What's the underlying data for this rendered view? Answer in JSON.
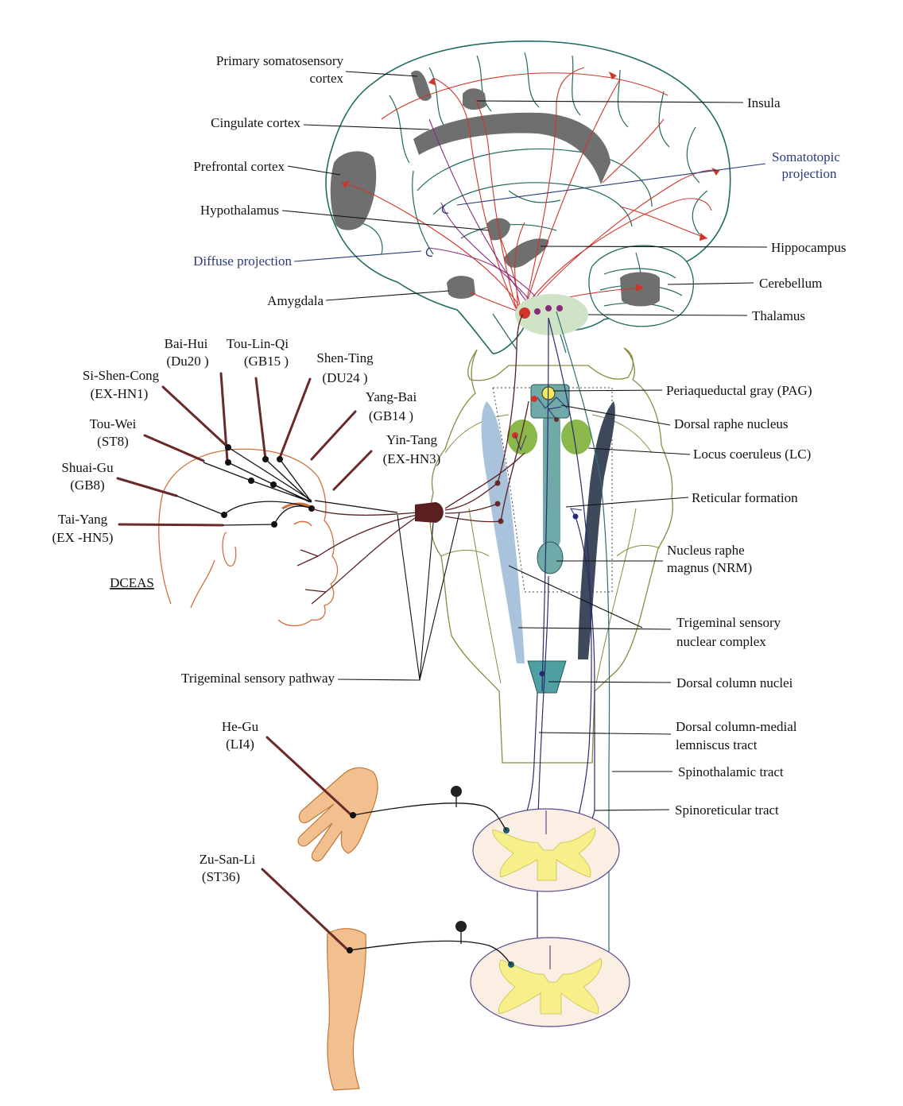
{
  "figure": {
    "brain_labels": {
      "primary_somatosensory_1": "Primary somatosensory",
      "primary_somatosensory_2": "cortex",
      "insula": "Insula",
      "cingulate": "Cingulate cortex",
      "prefrontal": "Prefrontal cortex",
      "somatotopic_1": "Somatotopic",
      "somatotopic_2": "projection",
      "hypothalamus": "Hypothalamus",
      "hippocampus": "Hippocampus",
      "diffuse": "Diffuse projection",
      "cerebellum": "Cerebellum",
      "amygdala": "Amygdala",
      "thalamus": "Thalamus"
    },
    "acupoints": {
      "bai_hui_name": "Bai-Hui",
      "bai_hui_code": "(Du20 )",
      "tou_lin_qi_name": "Tou-Lin-Qi",
      "tou_lin_qi_code": "(GB15 )",
      "shen_ting_name": "Shen-Ting",
      "shen_ting_code": "(DU24 )",
      "si_shen_cong_name": "Si-Shen-Cong",
      "si_shen_cong_code": "(EX-HN1)",
      "yang_bai_name": "Yang-Bai",
      "yang_bai_code": "(GB14 )",
      "tou_wei_name": "Tou-Wei",
      "tou_wei_code": "(ST8)",
      "yin_tang_name": "Yin-Tang",
      "yin_tang_code": "(EX-HN3)",
      "shuai_gu_name": "Shuai-Gu",
      "shuai_gu_code": "(GB8)",
      "tai_yang_name": "Tai-Yang",
      "tai_yang_code": "(EX -HN5)",
      "dceas": "DCEAS",
      "he_gu_name": "He-Gu",
      "he_gu_code": "(LI4)",
      "zu_san_li_name": "Zu-San-Li",
      "zu_san_li_code": "(ST36)"
    },
    "brainstem_labels": {
      "pag": "Periaqueductal gray (PAG)",
      "dorsal_raphe": "Dorsal raphe nucleus",
      "locus_coeruleus": "Locus coeruleus (LC)",
      "reticular": "Reticular formation",
      "nrm_1": "Nucleus raphe",
      "nrm_2": "magnus (NRM)",
      "trig_complex_1": "Trigeminal sensory",
      "trig_complex_2": "nuclear complex",
      "trig_pathway": "Trigeminal sensory pathway",
      "dorsal_column_nuclei": "Dorsal column nuclei",
      "dcml_1": "Dorsal column-medial",
      "dcml_2": "lemniscus tract",
      "spinothalamic": "Spinothalamic tract",
      "spinoreticular": "Spinoreticular tract"
    },
    "colors": {
      "region_gray": "#6f6f6f",
      "gyri_line": "#1f6b60",
      "projection_red": "#d0352c",
      "label_blue": "#2a3a7a",
      "thalamus_fill": "#cfe3c6",
      "nucleus_teal": "#6fa9a8",
      "lc_green": "#8ab84a",
      "trigeminal_blue": "#a9c3dc",
      "tract_navy": "#3e4a5c",
      "skin": "#f2c08e",
      "needle": "#6a2a2a",
      "cord_gray_matter": "#f7f08a"
    }
  }
}
